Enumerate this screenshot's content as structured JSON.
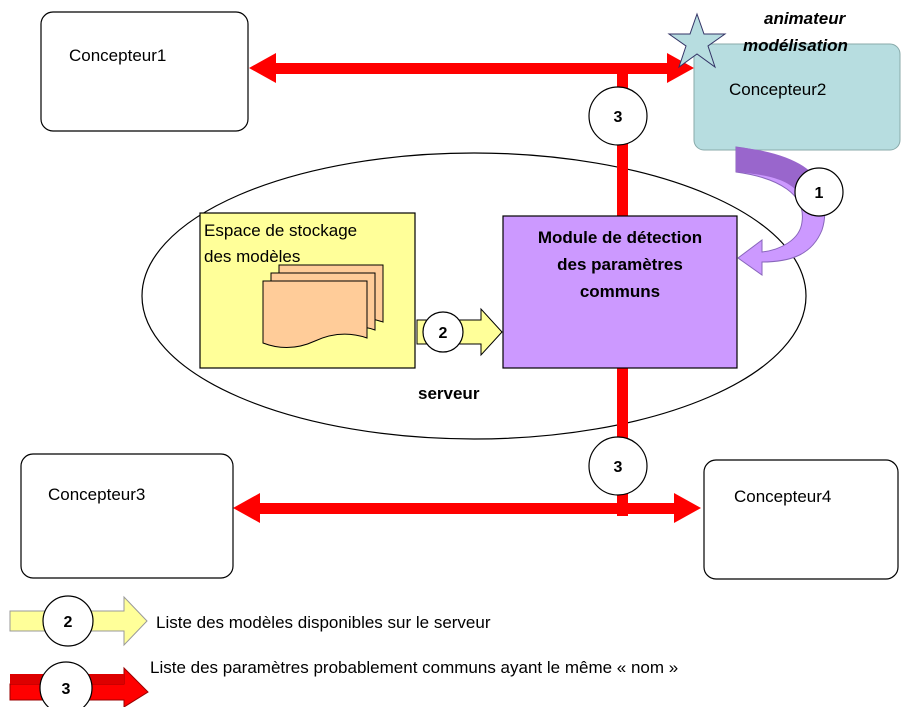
{
  "nodes": {
    "concepteur1": "Concepteur1",
    "concepteur2": "Concepteur2",
    "concepteur3": "Concepteur3",
    "concepteur4": "Concepteur4",
    "animateur_line1": "animateur",
    "animateur_line2": "modélisation",
    "storage_line1": "Espace de stockage",
    "storage_line2": "des modèles",
    "module_line1": "Module de détection",
    "module_line2": "des paramètres",
    "module_line3": "communs",
    "server": "serveur"
  },
  "badges": {
    "one": "1",
    "two": "2",
    "three": "3"
  },
  "legend": {
    "item2_badge": "2",
    "item2_text": "Liste des  modèles disponibles sur le serveur",
    "item3_badge": "3",
    "item3_text": "Liste des paramètres probablement communs ayant le même « nom »"
  },
  "colors": {
    "red_link": "#ff0000",
    "yellow_arrow": "#ffff99",
    "storage_fill": "#ffff99",
    "module_fill": "#cc99ff",
    "concepteur2_fill": "#b7dde0",
    "purple_arrow": "#9966cc",
    "document_fill": "#ffcc99"
  }
}
